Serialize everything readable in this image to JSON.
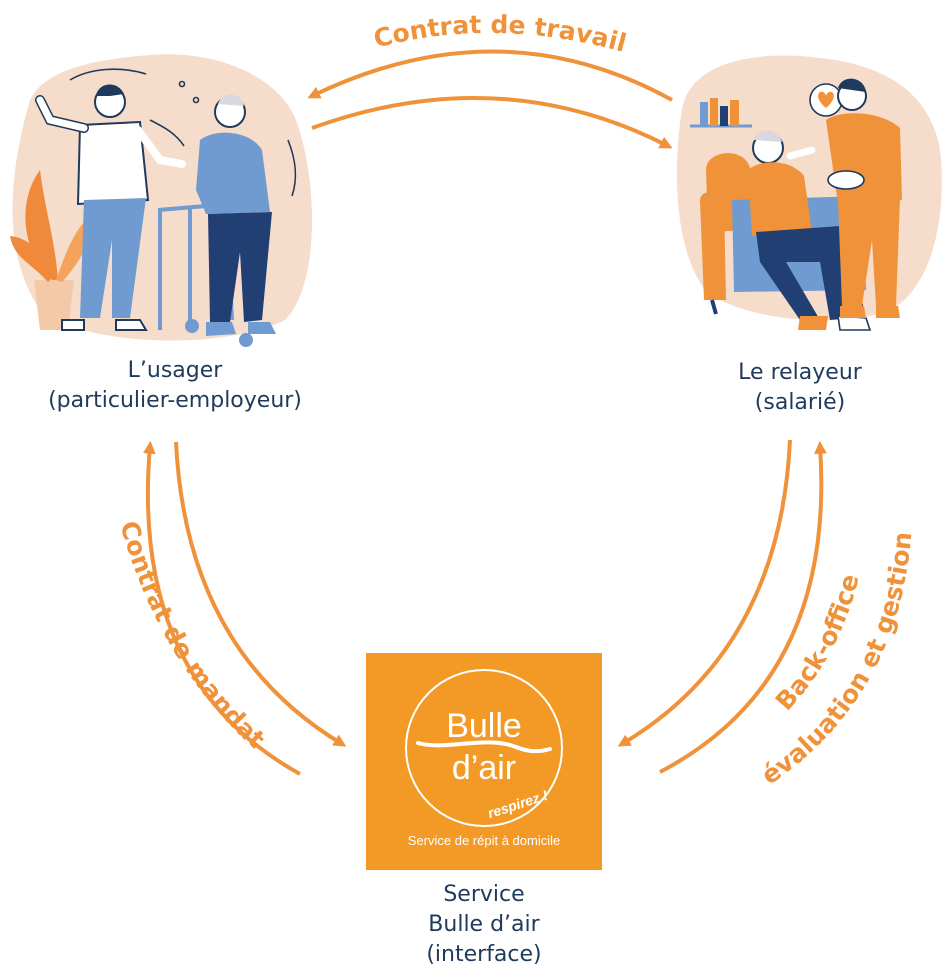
{
  "diagram": {
    "nodes": {
      "usager": {
        "line1": "L’usager",
        "line2": "(particulier-employeur)"
      },
      "relayeur": {
        "line1": "Le relayeur",
        "line2": "(salarié)"
      },
      "service": {
        "line1": "Service",
        "line2": "Bulle d’air",
        "line3": "(interface)"
      }
    },
    "edges": {
      "top": "Contrat de travail",
      "left": "Contrat de mandat",
      "right_line1": "Back-office",
      "right_line2": "évaluation et gestion"
    },
    "logo": {
      "word1": "Bulle",
      "word2": "d’air",
      "tagline": "respirez !",
      "caption": "Service de répit à domicile"
    }
  },
  "colors": {
    "accent_orange": "#f0923a",
    "logo_orange": "#f39a26",
    "blob_peach": "#f6dccb",
    "text_navy": "#1f3a5c",
    "figure_blue": "#6f9bd1",
    "figure_navy": "#223f73"
  }
}
